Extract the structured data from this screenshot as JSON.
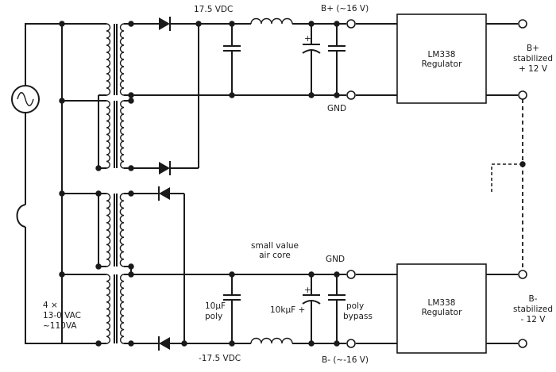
{
  "labels": {
    "top_voltage": "17.5 VDC",
    "b_plus_raw": "B+ (~16 V)",
    "gnd_top": "GND",
    "gnd_bottom": "GND",
    "small_value_1": "small value",
    "small_value_2": "air core",
    "bottom_voltage": "-17.5 VDC",
    "b_minus_raw": "B- (~-16 V)",
    "cap_10uf_1": "10µF",
    "cap_10uf_2": "poly",
    "cap_10kuf": "10kµF +",
    "poly_bypass_1": "poly",
    "poly_bypass_2": "bypass",
    "transformer_1": "4 ×",
    "transformer_2": "13-0 VAC",
    "transformer_3": "~110VA",
    "plus_sign_top": "+",
    "plus_sign_bottom": "+"
  },
  "regulators": [
    {
      "line1": "LM338",
      "line2": "Regulator"
    },
    {
      "line1": "LM338",
      "line2": "Regulator"
    }
  ],
  "outputs": {
    "b_plus_1": "B+",
    "b_plus_2": "stabilized",
    "b_plus_3": "+ 12 V",
    "b_minus_1": "B-",
    "b_minus_2": "stabilized",
    "b_minus_3": "- 12 V"
  }
}
